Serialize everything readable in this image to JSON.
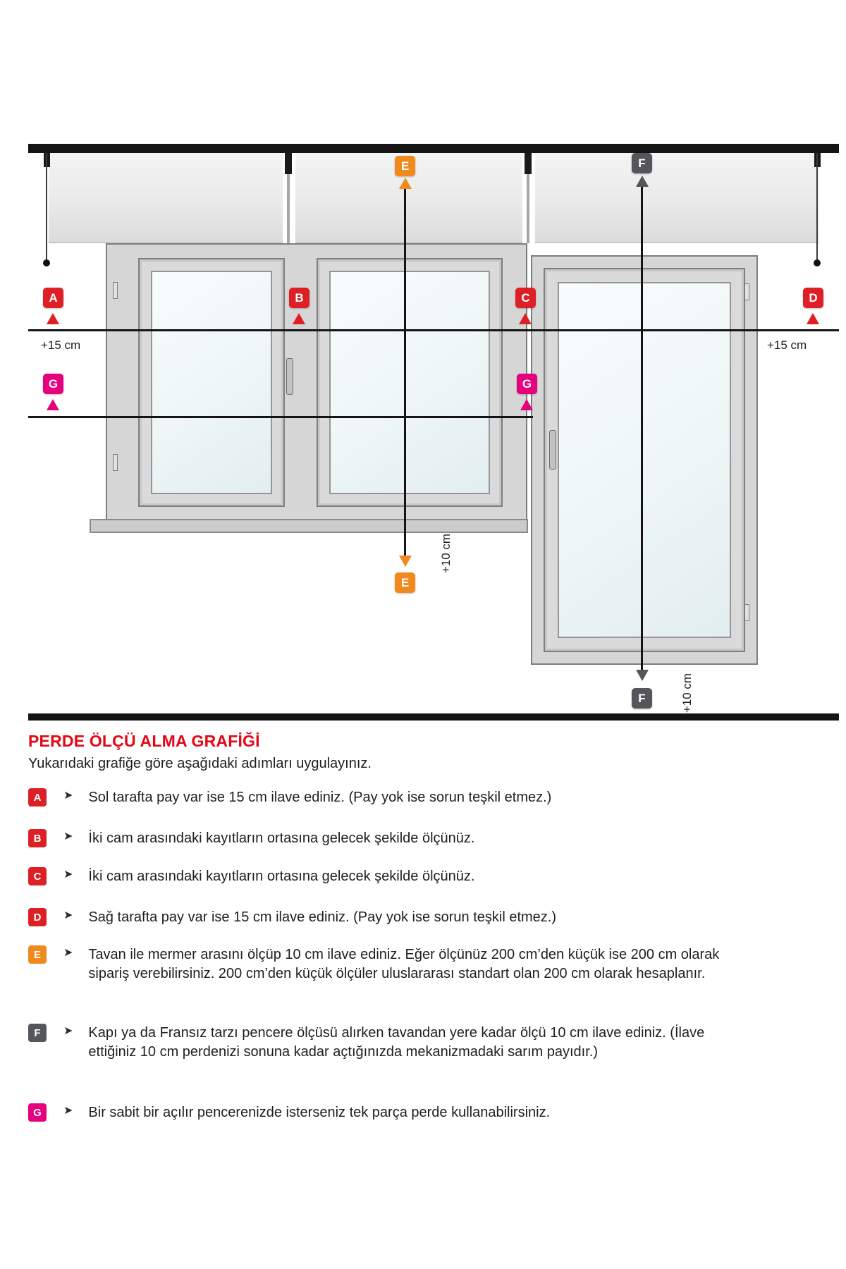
{
  "diagram": {
    "badges": {
      "A": "A",
      "B": "B",
      "C": "C",
      "D": "D",
      "E": "E",
      "F": "F",
      "G": "G"
    },
    "labels": {
      "plus15_left": "+15 cm",
      "plus15_right": "+15 cm",
      "plus10_e": "+10 cm",
      "plus10_f": "+10 cm"
    },
    "colors": {
      "red": "#dd2026",
      "orange": "#f08a1d",
      "dark_gray": "#54565b",
      "magenta": "#e5007e",
      "line_black": "#141414",
      "title_red": "#e30613"
    }
  },
  "legend": {
    "title": "PERDE ÖLÇÜ ALMA GRAFİĞİ",
    "subtitle": "Yukarıdaki grafiğe göre aşağıdaki adımları uygulayınız.",
    "arrow_glyph": "➤",
    "items": [
      {
        "key": "A",
        "color": "red",
        "text": "Sol tarafta pay var ise 15 cm ilave ediniz. (Pay yok ise sorun teşkil etmez.)"
      },
      {
        "key": "B",
        "color": "red",
        "text": "İki cam arasındaki kayıtların ortasına gelecek şekilde ölçünüz."
      },
      {
        "key": "C",
        "color": "red",
        "text": "İki cam arasındaki kayıtların ortasına gelecek şekilde ölçünüz."
      },
      {
        "key": "D",
        "color": "red",
        "text": "Sağ tarafta pay var ise 15 cm ilave ediniz. (Pay yok ise sorun teşkil etmez.)"
      },
      {
        "key": "E",
        "color": "orange",
        "text": "Tavan ile mermer arasını ölçüp 10 cm ilave ediniz. Eğer ölçünüz 200 cm’den küçük ise 200 cm olarak sipariş verebilirsiniz. 200 cm’den küçük ölçüler uluslararası standart olan 200 cm olarak hesaplanır."
      },
      {
        "key": "F",
        "color": "dark_gray",
        "text": "Kapı ya da Fransız tarzı pencere ölçüsü alırken tavandan yere kadar ölçü 10 cm ilave ediniz. (İlave ettiğiniz 10 cm perdenizi sonuna kadar açtığınızda mekanizmadaki sarım payıdır.)"
      },
      {
        "key": "G",
        "color": "magenta",
        "text": "Bir sabit bir açılır pencerenizde isterseniz tek parça perde kullanabilirsiniz."
      }
    ]
  }
}
